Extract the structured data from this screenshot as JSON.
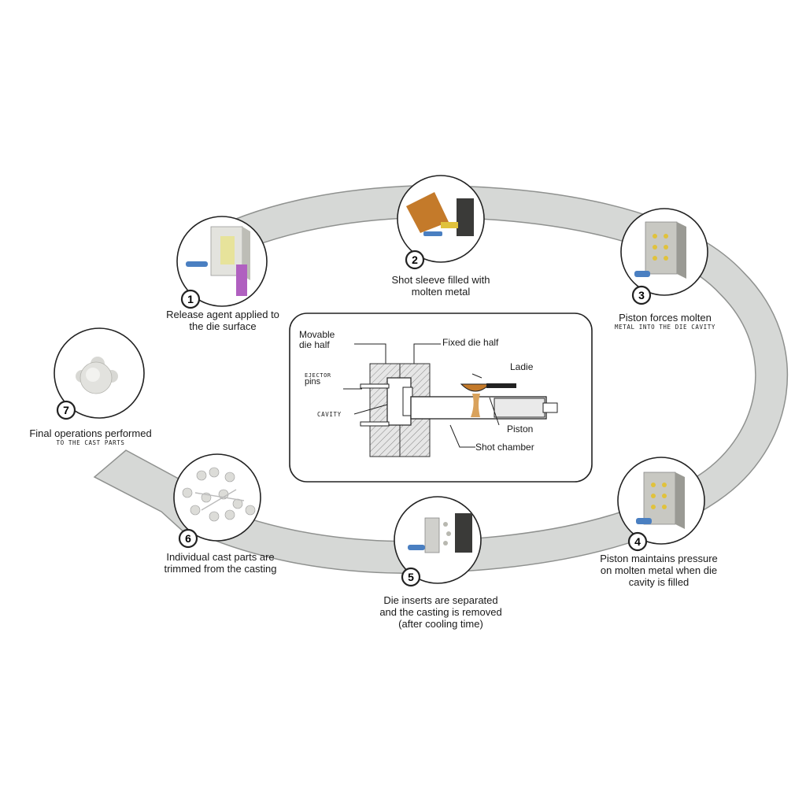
{
  "steps": [
    {
      "number": "1",
      "lines": [
        "Release agent applied to",
        "the die surface"
      ]
    },
    {
      "number": "2",
      "lines": [
        "Shot sleeve filled with",
        "molten metal"
      ]
    },
    {
      "number": "3",
      "lines": [
        "Piston forces molten"
      ],
      "small_line": "metal into the die cavity"
    },
    {
      "number": "4",
      "lines": [
        "Piston maintains pressure",
        "on molten metal when die",
        "cavity is filled"
      ]
    },
    {
      "number": "5",
      "lines": [
        "Die inserts are separated",
        "and the casting is removed",
        "(after cooling time)"
      ]
    },
    {
      "number": "6",
      "lines": [
        "Individual cast parts are",
        "trimmed from the casting"
      ]
    },
    {
      "number": "7",
      "lines": [
        "Final operations performed"
      ],
      "small_line": "to the cast parts"
    }
  ],
  "machine": {
    "movable_die": [
      "Movable",
      "die half"
    ],
    "fixed_die": "Fixed die half",
    "ejector_pins": [
      "ejector",
      "pins"
    ],
    "cavity": "cavity",
    "ladle": "Ladie",
    "piston": "Piston",
    "shot_chamber": "Shot chamber"
  },
  "colors": {
    "cycle_arrow": "#d6d8d6",
    "arrow_outline": "#8f918f",
    "molten_metal": "#d9a25c",
    "ladle_bowl": "#c47a2a",
    "sprayer": "#4a7fc1",
    "release_agent": "#b060c0",
    "die_block": "#d0d0cc",
    "die_face": "#c8c89a"
  }
}
